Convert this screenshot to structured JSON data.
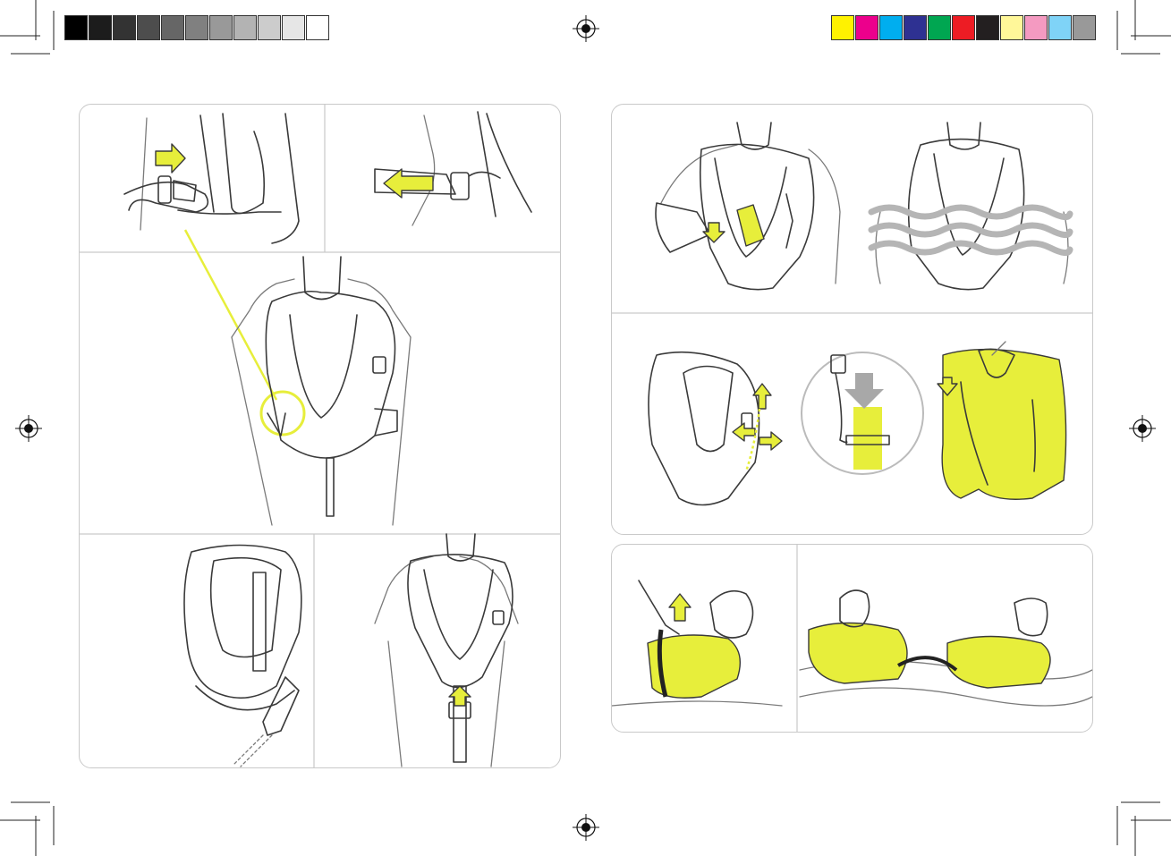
{
  "colors": {
    "accent_yellow": "#e7ee3b",
    "outline": "#3a3a3a",
    "panel_border": "#c9c9c9",
    "wave_grey": "#b5b5b5"
  },
  "calibration_bar_gray": [
    "#000000",
    "#1c1c1c",
    "#333333",
    "#4d4d4d",
    "#666666",
    "#808080",
    "#999999",
    "#b3b3b3",
    "#cccccc",
    "#e6e6e6",
    "#ffffff"
  ],
  "calibration_bar_color": [
    "#fff200",
    "#ec008c",
    "#00aeef",
    "#2e3192",
    "#00a651",
    "#ed1c24",
    "#231f20",
    "#fff799",
    "#f49ac1",
    "#7fd3f7",
    "#999999"
  ],
  "icons": [
    "registration-mark",
    "arrow-right",
    "arrow-left",
    "arrow-up",
    "arrow-down",
    "buckle",
    "life-vest",
    "water-waves",
    "gas-cylinder",
    "inflation-handle"
  ]
}
